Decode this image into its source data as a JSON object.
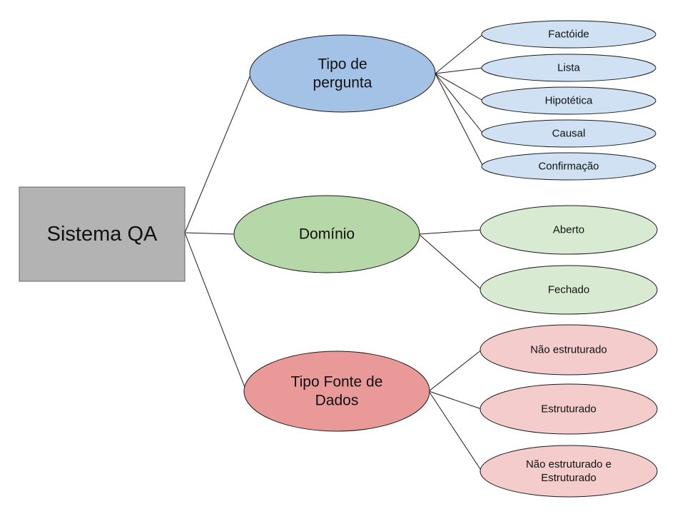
{
  "root": {
    "label": "Sistema QA",
    "color": "#b3b3b3"
  },
  "categories": [
    {
      "lines": [
        "Tipo de",
        "pergunta"
      ],
      "color": "#a4c2e6",
      "leaf_color": "#cfe1f3",
      "items": [
        {
          "lines": [
            "Factóide"
          ]
        },
        {
          "lines": [
            "Lista"
          ]
        },
        {
          "lines": [
            "Hipotética"
          ]
        },
        {
          "lines": [
            "Causal"
          ]
        },
        {
          "lines": [
            "Confirmação"
          ]
        }
      ]
    },
    {
      "lines": [
        "Domínio"
      ],
      "color": "#b6d7a8",
      "leaf_color": "#d9ead3",
      "items": [
        {
          "lines": [
            "Aberto"
          ]
        },
        {
          "lines": [
            "Fechado"
          ]
        }
      ]
    },
    {
      "lines": [
        "Tipo Fonte de",
        "Dados"
      ],
      "color": "#ea9999",
      "leaf_color": "#f4cccc",
      "items": [
        {
          "lines": [
            "Não estruturado"
          ]
        },
        {
          "lines": [
            "Estruturado"
          ]
        },
        {
          "lines": [
            "Não estruturado e",
            "Estruturado"
          ]
        }
      ]
    }
  ]
}
